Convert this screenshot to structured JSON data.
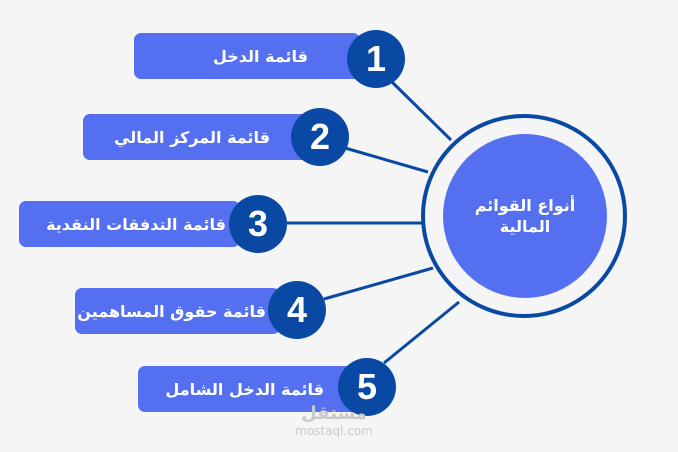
{
  "diagram": {
    "hub": {
      "title": "أنواع القوائم المالية",
      "fill_color": "#5470f0",
      "ring_color": "#0a49a3"
    },
    "items": [
      {
        "number": "1",
        "label": "قائمة الدخل"
      },
      {
        "number": "2",
        "label": "قائمة المركز المالي"
      },
      {
        "number": "3",
        "label": "قائمة التدفقات النقدية"
      },
      {
        "number": "4",
        "label": "قائمة حقوق المساهمين"
      },
      {
        "number": "5",
        "label": "قائمة الدخل الشامل"
      }
    ],
    "colors": {
      "label_fill": "#5470f0",
      "number_fill": "#0a49a3",
      "connector": "#0a49a3",
      "background": "#f5f5f6"
    }
  },
  "watermark": {
    "arabic": "مستقل",
    "latin": "mostaql.com"
  }
}
